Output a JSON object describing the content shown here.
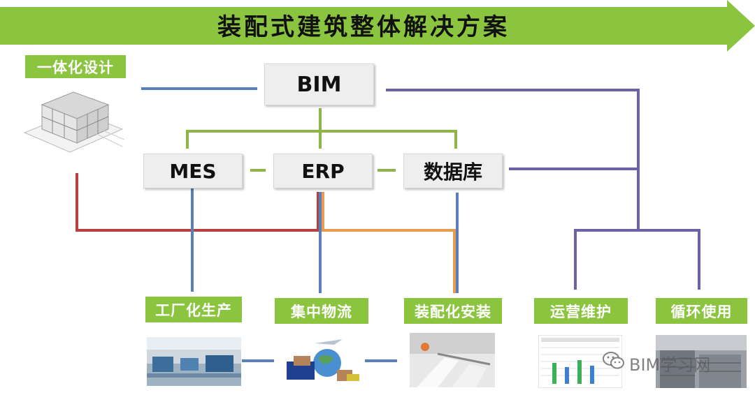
{
  "title": "装配式建筑整体解决方案",
  "nodes": {
    "integrated_design": "一体化设计",
    "bim": "BIM",
    "mes": "MES",
    "erp": "ERP",
    "database": "数据库",
    "factory_production": "工厂化生产",
    "logistics": "集中物流",
    "assembly_install": "装配化安装",
    "operation": "运营维护",
    "recycle": "循环使用"
  },
  "watermark": "BIM学习网",
  "colors": {
    "banner_green": "#8bc53f",
    "tag_green": "#8bc53f",
    "blue_line": "#5a7fbf",
    "purple_line": "#6d62a8",
    "green_line": "#8db54a",
    "red_line": "#b84040",
    "orange_line": "#e89a52"
  },
  "icons": {
    "design_model": "building-model-icon",
    "watermark": "wechat-icon"
  }
}
